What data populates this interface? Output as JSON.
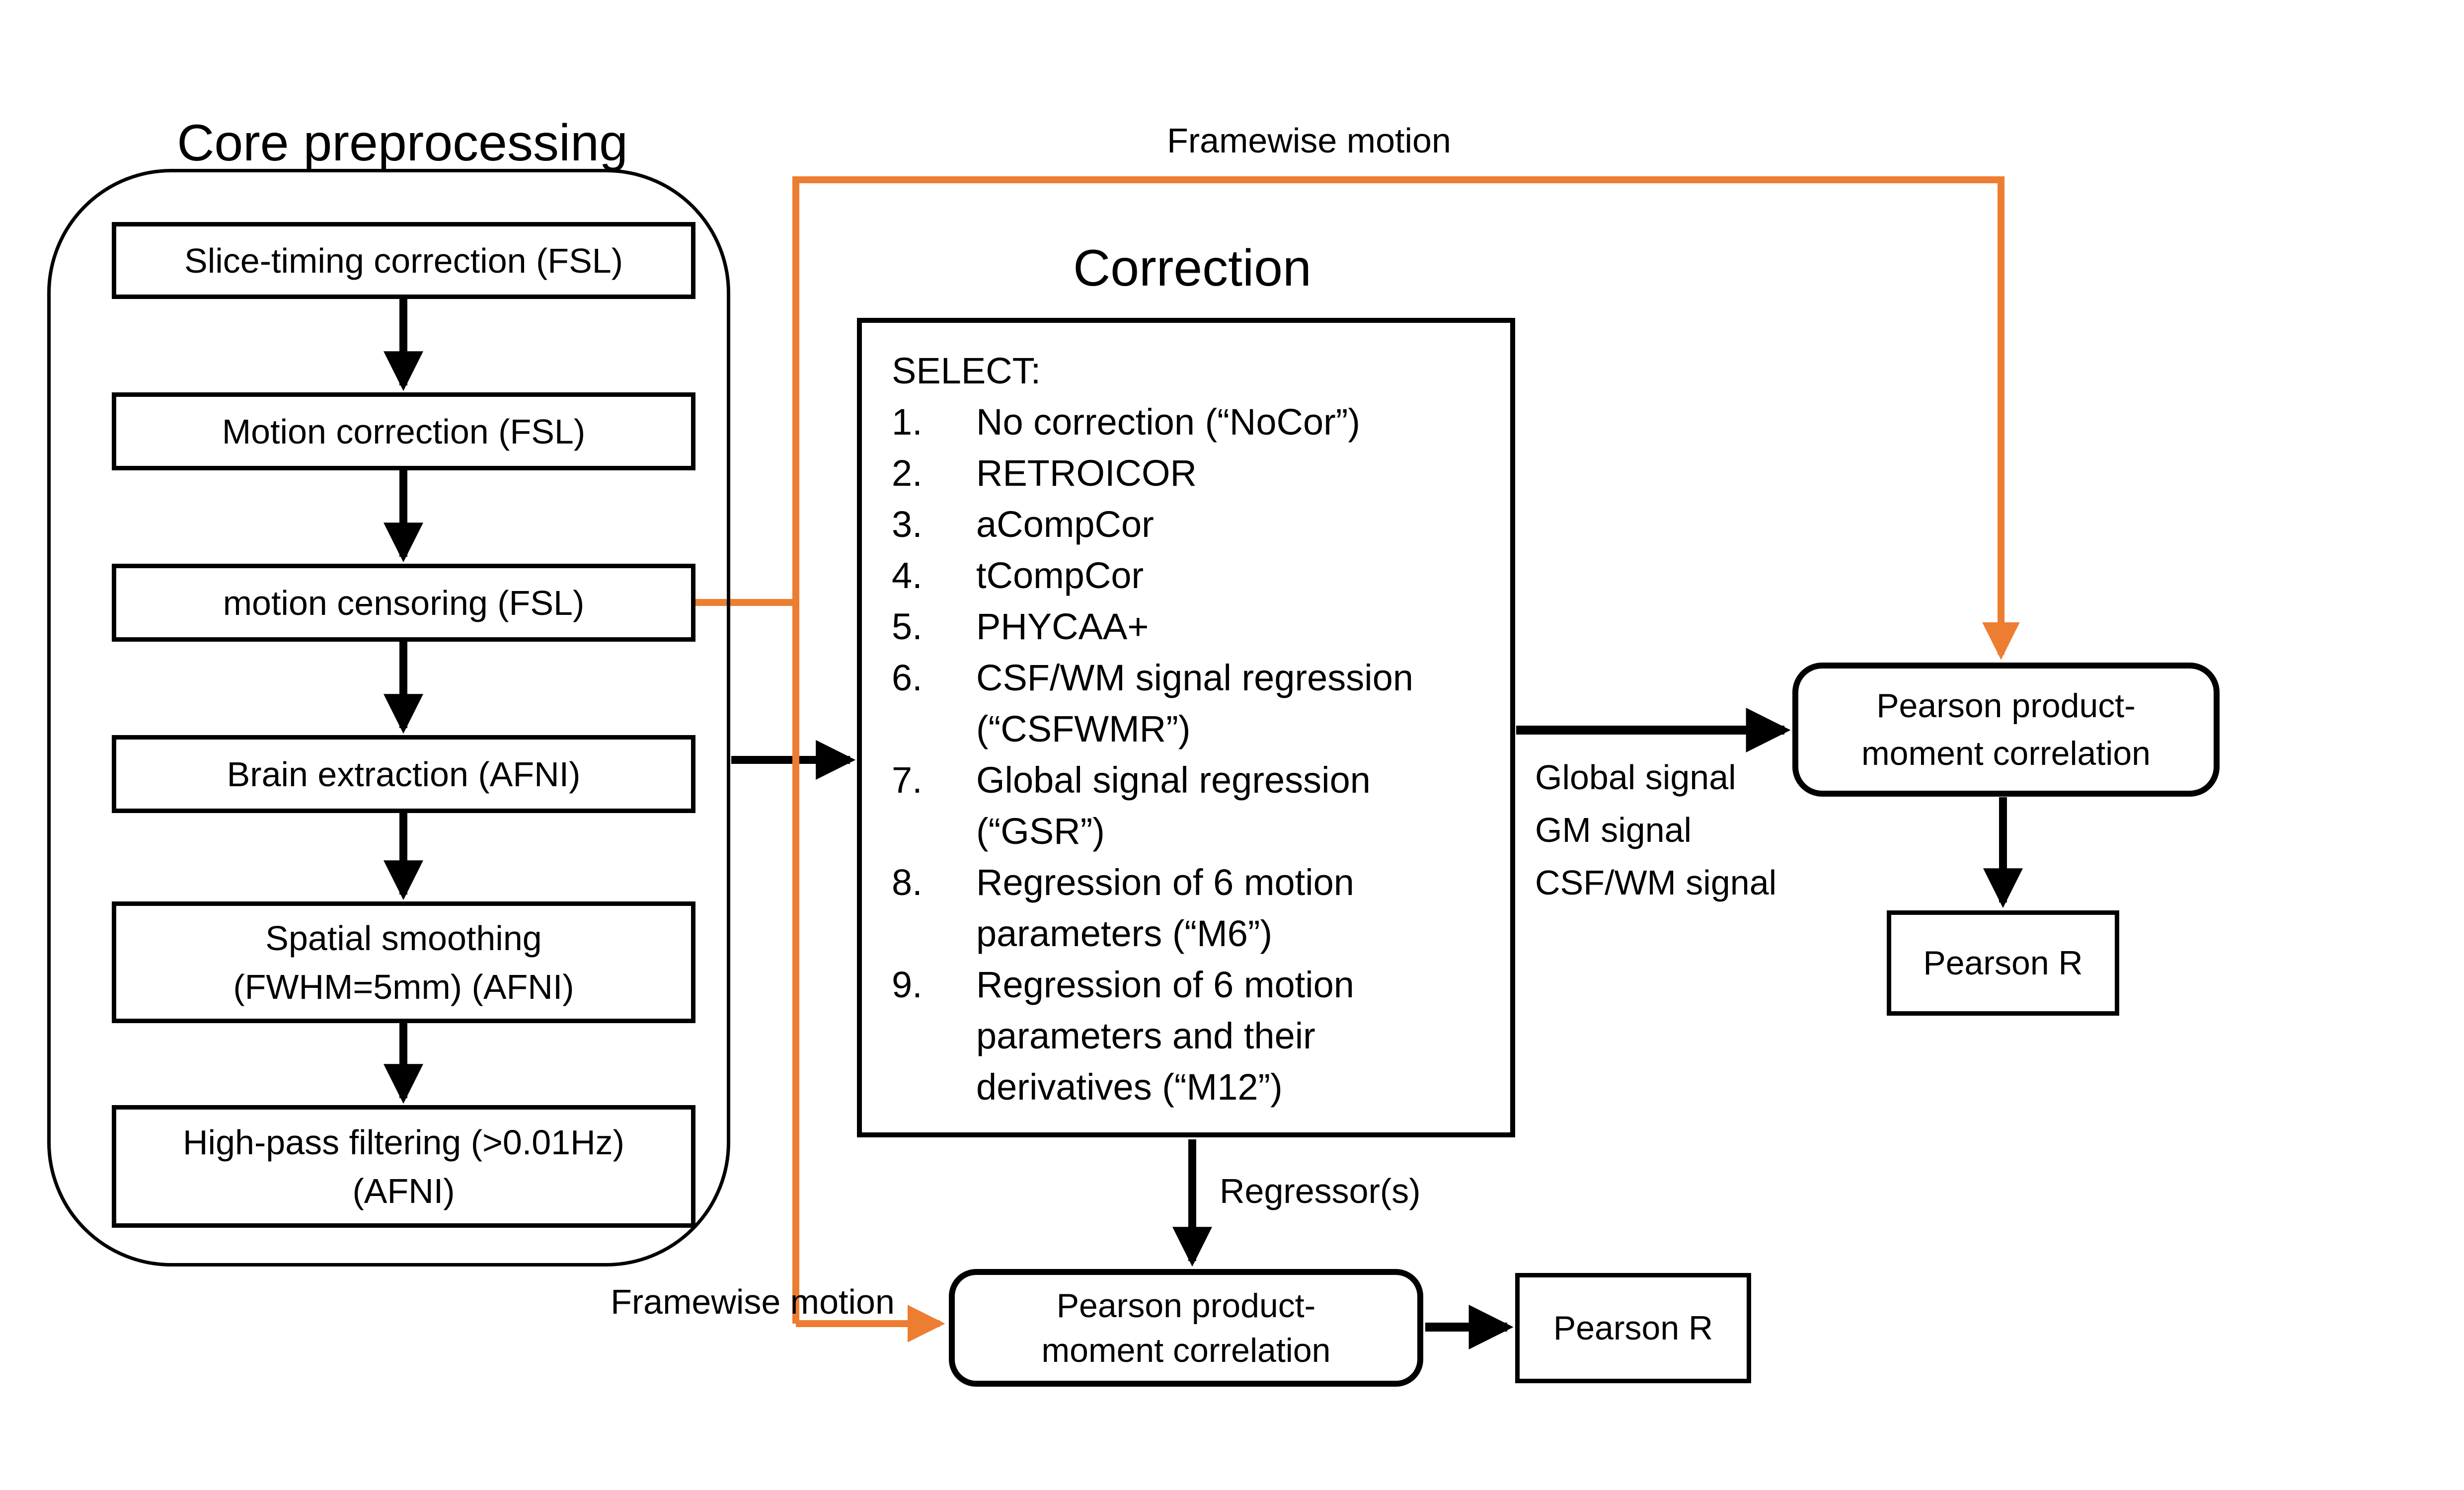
{
  "colors": {
    "accent_orange": "#ED7D31",
    "line_black": "#000000",
    "background": "#FFFFFF"
  },
  "core": {
    "title": "Core preprocessing",
    "steps": [
      {
        "line1": "Slice-timing correction (FSL)",
        "line2": ""
      },
      {
        "line1": "Motion correction (FSL)",
        "line2": ""
      },
      {
        "line1": "motion censoring (FSL)",
        "line2": ""
      },
      {
        "line1": "Brain extraction (AFNI)",
        "line2": ""
      },
      {
        "line1": "Spatial smoothing",
        "line2": "(FWHM=5mm) (AFNI)"
      },
      {
        "line1": "High-pass filtering (>0.01Hz)",
        "line2": "(AFNI)"
      }
    ]
  },
  "correction": {
    "title": "Correction",
    "select_label": "SELECT:",
    "rows": [
      {
        "num": "1.",
        "text": "No correction (“NoCor”)"
      },
      {
        "num": "2.",
        "text": "RETROICOR"
      },
      {
        "num": "3.",
        "text": "aCompCor"
      },
      {
        "num": "4.",
        "text": "tCompCor"
      },
      {
        "num": "5.",
        "text": "PHYCAA+"
      },
      {
        "num": "6.",
        "text": "CSF/WM signal regression"
      },
      {
        "num": "",
        "text": "(“CSFWMR”)"
      },
      {
        "num": "7.",
        "text": "Global signal regression"
      },
      {
        "num": "",
        "text": "(“GSR”)"
      },
      {
        "num": "8.",
        "text": "Regression of 6 motion"
      },
      {
        "num": "",
        "text": "parameters (“M6”)"
      },
      {
        "num": "9.",
        "text": "Regression of 6 motion"
      },
      {
        "num": "",
        "text": "parameters and their"
      },
      {
        "num": "",
        "text": "derivatives (“M12”)"
      }
    ]
  },
  "labels": {
    "framewise_top": "Framewise motion",
    "framewise_bottom": "Framewise motion",
    "regressors": "Regressor(s)",
    "signals": [
      "Global signal",
      "GM signal",
      "CSF/WM signal"
    ]
  },
  "outputs": {
    "pearson_right": {
      "line1": "Pearson product-",
      "line2": "moment correlation"
    },
    "pearson_r_right": "Pearson R",
    "pearson_bottom": {
      "line1": "Pearson  product-",
      "line2": "moment correlation"
    },
    "pearson_r_bottom": "Pearson R"
  }
}
